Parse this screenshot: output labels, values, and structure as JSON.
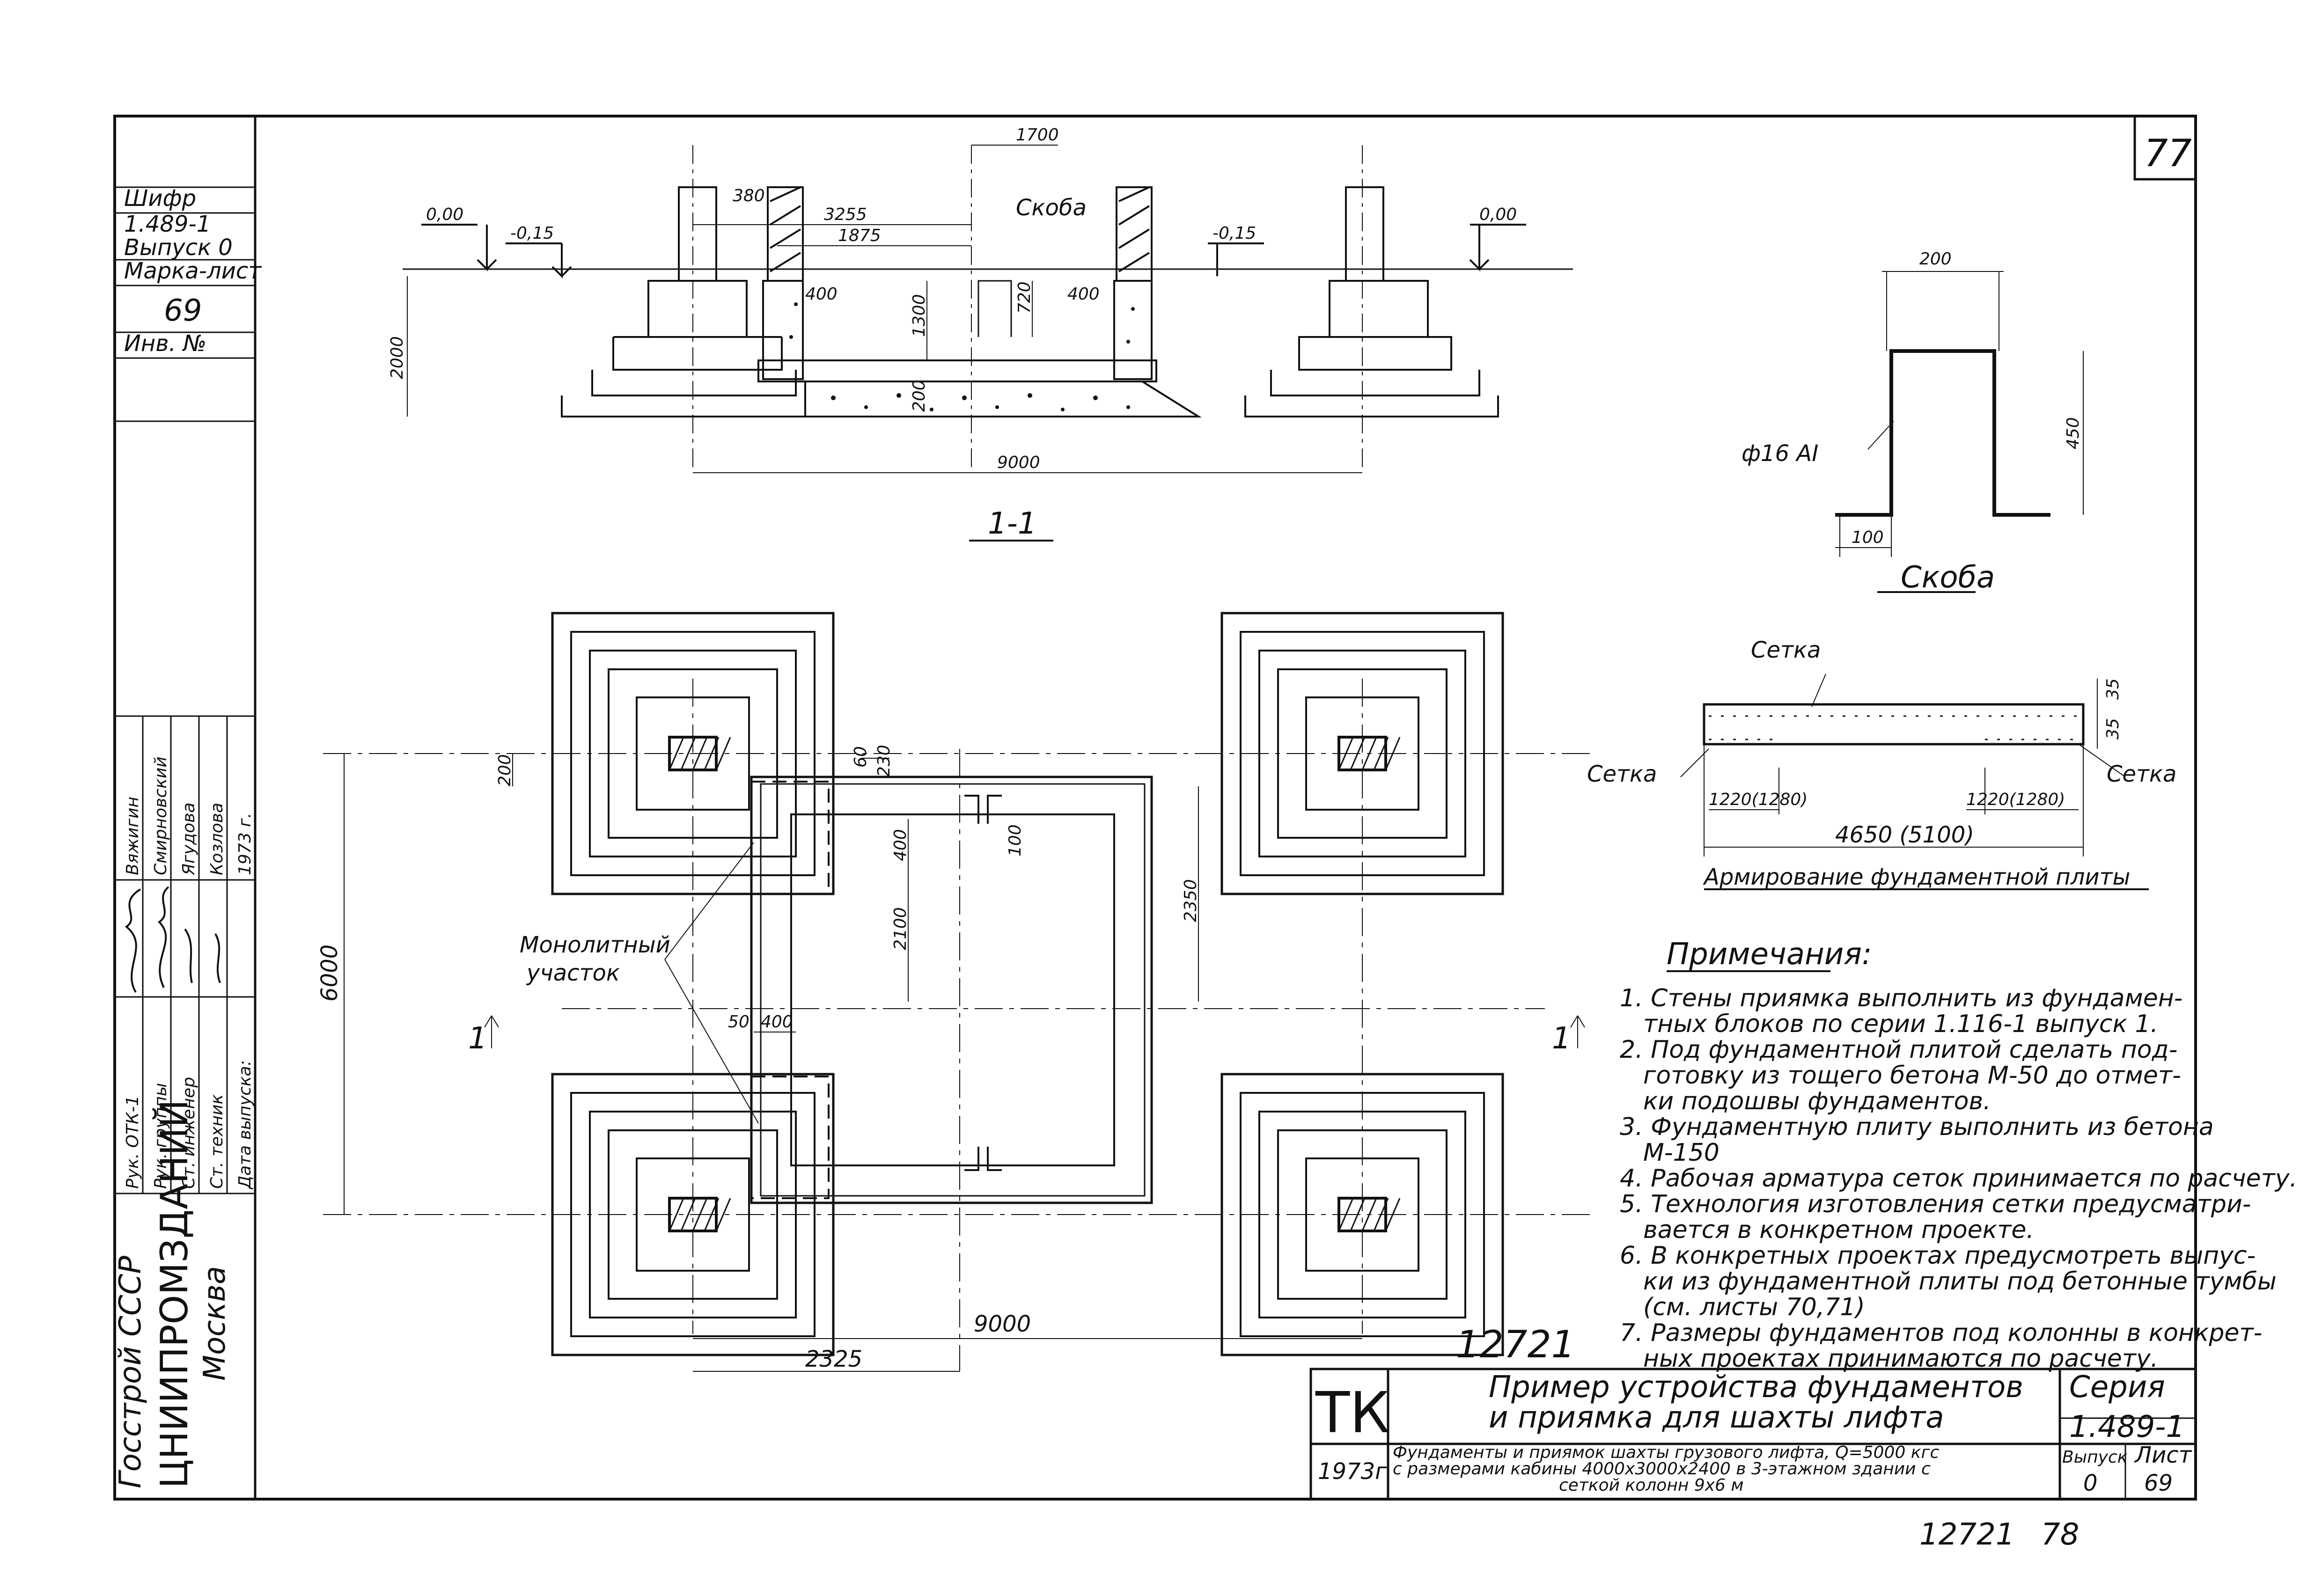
{
  "page_number": "77",
  "left_stamp": {
    "shifr_label": "Шифр",
    "shifr_value_1": "1.489-1",
    "shifr_value_2": "Выпуск 0",
    "marka_label": "Марка-лист",
    "marka_value": "69",
    "inv_label": "Инв. №"
  },
  "signatures": {
    "roles": [
      "Рук. ОТК-1",
      "Рук. группы",
      "Ст. инженер",
      "Ст. техник",
      "Дата выпуска:"
    ],
    "names": [
      "Вяжигин",
      "Смирновский",
      "Ягудова",
      "Козлова",
      "1973 г."
    ]
  },
  "org": {
    "line1": "Госстрой СССР",
    "line2": "ЦНИИПРОМЗДАНИЙ",
    "line3": "Москва"
  },
  "section": {
    "title": "1-1",
    "dims": {
      "d1700": "1700",
      "d380": "380",
      "d3255": "3255",
      "d1875": "1875",
      "skoba": "Скоба",
      "level_000_left": "0,00",
      "level_015_left": "-0,15",
      "level_015_right": "-0,15",
      "level_000_right": "0,00",
      "d400_left": "400",
      "d400_right": "400",
      "d1300": "1300",
      "d720": "720",
      "d200": "200",
      "d2000": "2000",
      "d9000": "9000"
    }
  },
  "bracket": {
    "title": "Скоба",
    "d200": "200",
    "d450": "450",
    "d100": "100",
    "bar": "ф16 АI"
  },
  "slab": {
    "title": "Армирование фундаментной плиты",
    "setka_top": "Сетка",
    "setka_left": "Сетка",
    "setka_right": "Сетка",
    "d35a": "35",
    "d35b": "35",
    "d1220_left": "1220(1280)",
    "d1220_right": "1220(1280)",
    "d4650": "4650 (5100)"
  },
  "plan": {
    "d6000": "6000",
    "d200": "200",
    "d60": "60",
    "d230": "230",
    "d400": "400",
    "d2100": "2100",
    "d100": "100",
    "d2350": "2350",
    "d50": "50",
    "d400b": "400",
    "d9000": "9000",
    "d2325": "2325",
    "monolith_1": "Монолитный",
    "monolith_2": "участок",
    "cut_left": "1",
    "cut_right": "1"
  },
  "notes": {
    "title": "Примечания:",
    "lines": [
      "1. Стены приямка выполнить из фундамен-",
      "тных блоков по серии 1.116-1 выпуск 1.",
      "2. Под фундаментной плитой сделать под-",
      "готовку из тощего бетона М-50 до отмет-",
      "ки подошвы фундаментов.",
      "3. Фундаментную плиту выполнить из бетона",
      "М-150",
      "4. Рабочая арматура сеток принимается по расчету.",
      "5. Технология изготовления сетки предусматри-",
      "вается в конкретном проекте.",
      "6. В конкретных проектах предусмотреть выпус-",
      "ки из фундаментной плиты под бетонные тумбы",
      "(см. листы 70,71)",
      "7. Размеры фундаментов под колонны в конкрет-",
      "ных проектах принимаются по расчету."
    ]
  },
  "handwritten_number": "12721",
  "title_block": {
    "tk": "ТК",
    "title_1": "Пример устройства фундаментов",
    "title_2": "и приямка для шахты лифта",
    "subtitle_1": "Фундаменты и приямок шахты грузового лифта, Q=5000 кгс",
    "subtitle_2": "с размерами кабины 4000х3000х2400 в 3-этажном здании с",
    "subtitle_3": "сеткой колонн 9х6 м",
    "year": "1973г",
    "seria_label": "Серия",
    "seria_value": "1.489-1",
    "vypusk_label": "Выпуск",
    "vypusk_value": "0",
    "list_label": "Лист",
    "list_value": "69"
  },
  "footer": {
    "number": "12721",
    "page": "78"
  }
}
